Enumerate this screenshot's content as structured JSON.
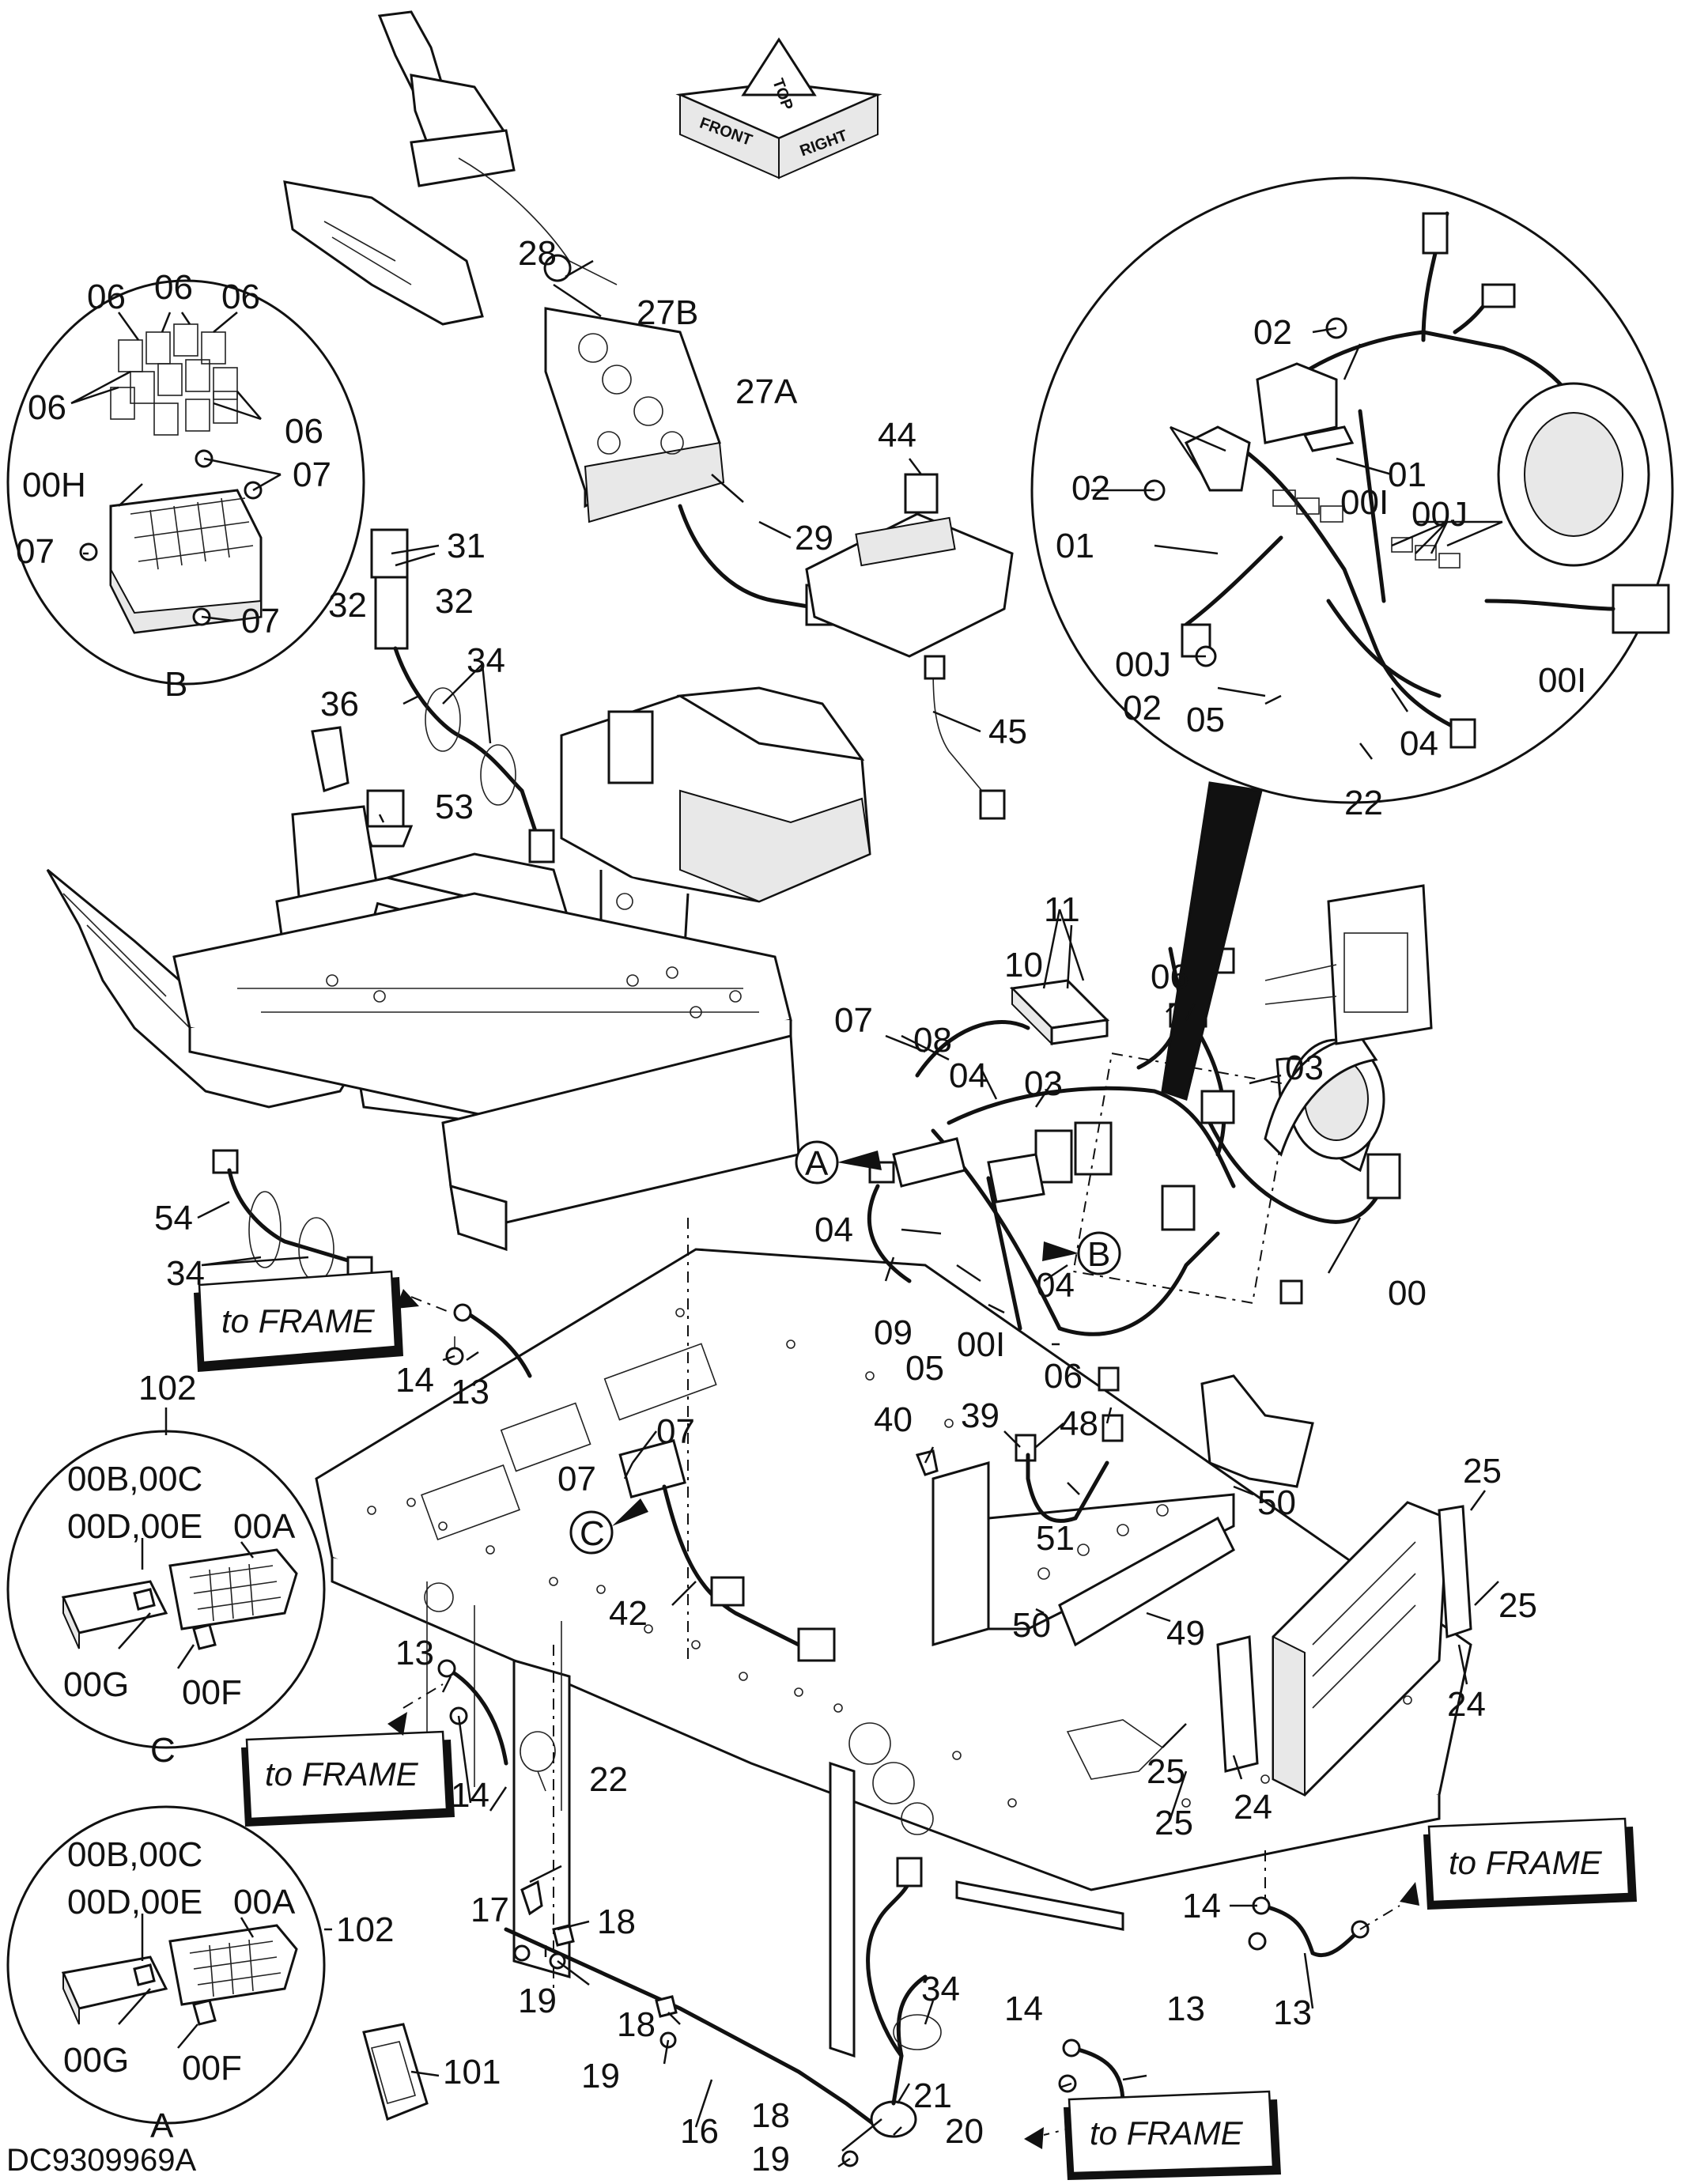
{
  "drawing_code": "DC9309969A",
  "orientation": {
    "top": "TOP",
    "front": "FRONT",
    "right": "RIGHT"
  },
  "frame_label": "to FRAME",
  "detail_letters": {
    "a": "A",
    "b": "B",
    "c": "C"
  },
  "detail_part_labels": {
    "b_06": "06",
    "b_00h": "00H",
    "b_07": "07",
    "c_ref": "102",
    "c_top1": "00B,00C",
    "c_top2": "00D,00E",
    "c_00a": "00A",
    "c_00g": "00G",
    "c_00f": "00F",
    "a_ref": "102",
    "a_top1": "00B,00C",
    "a_top2": "00D,00E",
    "a_00a": "00A",
    "a_00g": "00G",
    "a_00f": "00F"
  },
  "inset_labels": {
    "i02a": "02",
    "i01a": "01",
    "i00ia": "00I",
    "i02b": "02",
    "i00ja": "00J",
    "i01b": "01",
    "i00jb": "00J",
    "i00ib": "00I",
    "i02c": "02",
    "i05": "05",
    "i04": "04",
    "i22": "22"
  },
  "callouts": {
    "c28": "28",
    "c27b": "27B",
    "c27a": "27A",
    "c44": "44",
    "c29": "29",
    "c31": "31",
    "c32a": "32",
    "c32b": "32",
    "c34a": "34",
    "c36": "36",
    "c53": "53",
    "c45": "45",
    "c11": "11",
    "c10": "10",
    "c06a": "06",
    "c03a": "03",
    "c07a": "07",
    "c08": "08",
    "c04a": "04",
    "c03b": "03",
    "c04b": "04",
    "c04c": "04",
    "c09": "09",
    "c05": "05",
    "c00i": "00I",
    "c00": "00",
    "c54": "54",
    "c34b": "34",
    "c14a": "14",
    "c13a": "13",
    "c07b": "07",
    "c07c": "07",
    "c40": "40",
    "c39": "39",
    "c48": "48",
    "c06b": "06",
    "c50a": "50",
    "c51": "51",
    "c42": "42",
    "c50b": "50",
    "c49": "49",
    "c25a": "25",
    "c25b": "25",
    "c24a": "24",
    "c25c": "25",
    "c25d": "25",
    "c24b": "24",
    "c13b": "13",
    "c14b": "14",
    "c22": "22",
    "c17": "17",
    "c18a": "18",
    "c19a": "19",
    "c18b": "18",
    "c19b": "19",
    "c34c": "34",
    "c14c": "14",
    "c13c": "13",
    "c14d": "14",
    "c13d": "13",
    "c21": "21",
    "c18c": "18",
    "c20": "20",
    "c19c": "19",
    "c16": "16",
    "c101": "101"
  }
}
